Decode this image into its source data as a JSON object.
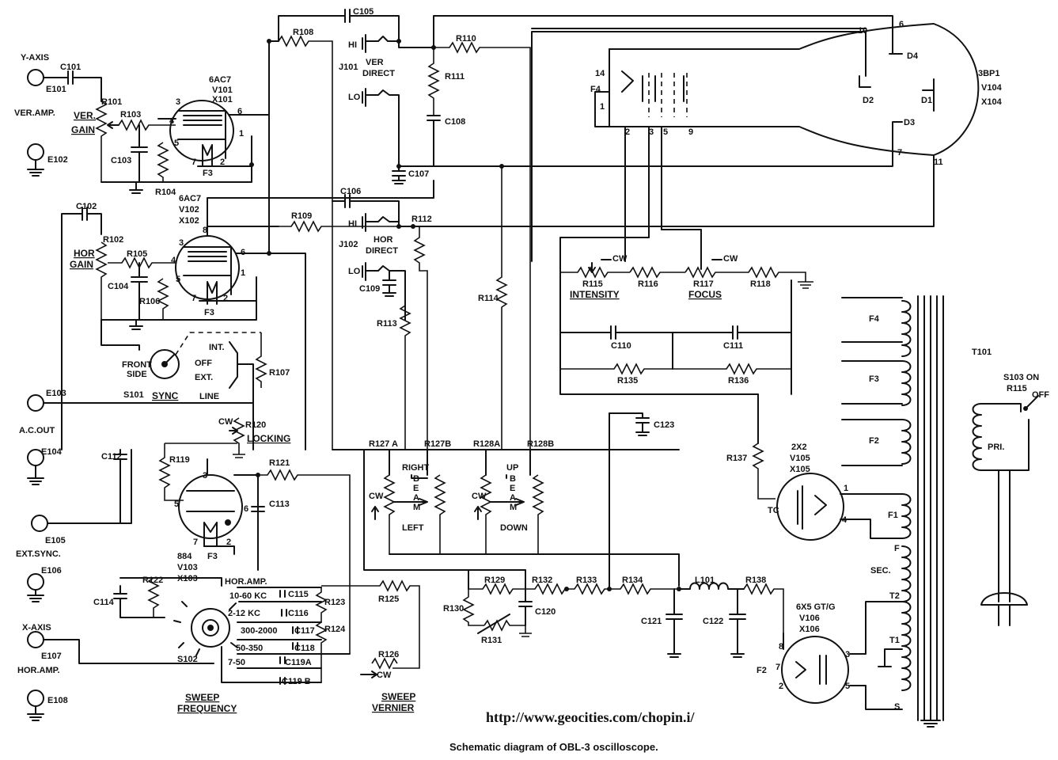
{
  "caption": "Schematic diagram of OBL-3 oscilloscope.",
  "url": "http://www.geocities.com/chopin.i/",
  "tubes": {
    "v101": [
      "6AC7",
      "V101",
      "X101"
    ],
    "v102": [
      "6AC7",
      "V102",
      "X102"
    ],
    "v103": [
      "884",
      "V103",
      "X103"
    ],
    "v104": [
      "3BP1",
      "V104",
      "X104"
    ],
    "v105": [
      "2X2",
      "V105",
      "X105"
    ],
    "v106": [
      "6X5 GT/G",
      "V106",
      "X106"
    ]
  },
  "terminals": {
    "e101": "E101",
    "e102": "E102",
    "e103": "E103",
    "e104": "E104",
    "e105": "E105",
    "e106": "E106",
    "e107": "E107",
    "e108": "E108"
  },
  "io_labels": {
    "y_axis": "Y-AXIS",
    "ver_amp": "VER.AMP.",
    "ac_out": "A.C.OUT",
    "ext_sync": "EXT.SYNC.",
    "x_axis": "X-AXIS",
    "hor_amp": "HOR.AMP."
  },
  "jacks": {
    "j101": "J101",
    "j102": "J102",
    "hi": "HI",
    "lo": "LO",
    "ver": "VER",
    "hor": "HOR",
    "direct": "DIRECT"
  },
  "resistors": {
    "r101": "R101",
    "r102": "R102",
    "r103": "R103",
    "r104": "R104",
    "r105": "R105",
    "r106": "R106",
    "r107": "R107",
    "r108": "R108",
    "r109": "R109",
    "r110": "R110",
    "r111": "R111",
    "r112": "R112",
    "r113": "R113",
    "r114": "R114",
    "r115": "R115",
    "r116": "R116",
    "r117": "R117",
    "r118": "R118",
    "r119": "R119",
    "r120": "R120",
    "r121": "R121",
    "r122": "R122",
    "r123": "R123",
    "r124": "R124",
    "r125": "R125",
    "r126": "R126",
    "r127a": "R127 A",
    "r127b": "R127B",
    "r128a": "R128A",
    "r128b": "R128B",
    "r129": "R129",
    "r130": "R130",
    "r131": "R131",
    "r132": "R132",
    "r133": "R133",
    "r134": "R134",
    "r135": "R135",
    "r136": "R136",
    "r137": "R137",
    "r138": "R138"
  },
  "capacitors": {
    "c101": "C101",
    "c102": "C102",
    "c103": "C103",
    "c104": "C104",
    "c105": "C105",
    "c106": "C106",
    "c107": "C107",
    "c108": "C108",
    "c109": "C109",
    "c110": "C110",
    "c111": "C111",
    "c112": "C112",
    "c113": "C113",
    "c114": "C114",
    "c115": "C115",
    "c116": "C116",
    "c117": "C117",
    "c118": "C118",
    "c119a": "C119A",
    "c119b": "C119 B",
    "c120": "C120",
    "c121": "C121",
    "c122": "C122",
    "c123": "C123"
  },
  "controls": {
    "ver_gain": [
      "VER.",
      "GAIN"
    ],
    "hor_gain": [
      "HOR",
      "GAIN"
    ],
    "intensity": "INTENSITY",
    "focus": "FOCUS",
    "locking": "LOCKING",
    "sync": "SYNC",
    "sweep_frequency": [
      "SWEEP",
      "FREQUENCY"
    ],
    "sweep_vernier": [
      "SWEEP",
      "VERNIER"
    ],
    "cw": "CW"
  },
  "switch": {
    "s101": "S101",
    "s102": "S102",
    "s103": [
      "S103 ON",
      "R115"
    ],
    "off": "OFF",
    "int": "INT.",
    "ext": "EXT.",
    "line": "LINE",
    "front_side": [
      "FRONT",
      "SIDE"
    ]
  },
  "sweep_ranges": [
    "HOR.AMP.",
    "10-60 KC",
    "2-12 KC",
    "300-2000",
    "50-350",
    "7-50"
  ],
  "beam_labels": {
    "right": "RIGHT",
    "left": "LEFT",
    "up": "UP",
    "down": "DOWN",
    "beam": [
      "B",
      "E",
      "A",
      "M"
    ]
  },
  "transformer": {
    "t101": "T101",
    "f4": "F4",
    "f3": "F3",
    "f2": "F2",
    "f1": "F1",
    "f": "F",
    "pri": "PRI.",
    "sec": "SEC.",
    "t2": "T2",
    "t1": "T1",
    "s": "S"
  },
  "inductor": "L101",
  "crt_pins": {
    "p10": "10",
    "p6": "6",
    "p14": "14",
    "p1": "1",
    "p2": "2",
    "p3": "3",
    "p5": "5",
    "p9": "9",
    "p7": "7",
    "p11": "11",
    "d1": "D1",
    "d2": "D2",
    "d3": "D3",
    "d4": "D4",
    "f4": "F4"
  },
  "tube_pins": {
    "v101": [
      "3",
      "4",
      "5",
      "6",
      "1",
      "7",
      "2",
      "F3"
    ],
    "v102": [
      "8",
      "3",
      "4",
      "5",
      "6",
      "1",
      "7",
      "2",
      "F3"
    ],
    "v103": [
      "3",
      "5",
      "6",
      "7",
      "2",
      "F3"
    ],
    "v105": [
      "TC",
      "1",
      "4"
    ],
    "v106": [
      "8",
      "7",
      "2",
      "3",
      "5",
      "F2"
    ]
  }
}
